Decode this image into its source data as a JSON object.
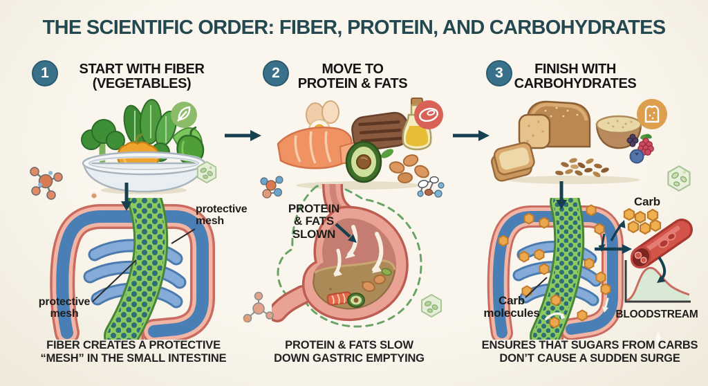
{
  "title": "THE SCIENTIFIC ORDER: FIBER, PROTEIN, AND CARBOHYDRATES",
  "steps": [
    {
      "number": "1",
      "title": "START WITH FIBER\n(VEGETABLES)",
      "caption": "FIBER CREATES A PROTECTIVE\n“MESH” IN THE SMALL INTESTINE",
      "labels": {
        "mesh_top": "protective\nmesh",
        "mesh_bottom": "protective\nmesh"
      }
    },
    {
      "number": "2",
      "title": "MOVE TO\nPROTEIN & FATS",
      "caption": "PROTEIN & FATS SLOW\nDOWN GASTRIC EMPTYING",
      "labels": {
        "slowed": "PROTEIN\n& FATS\nSLOWN"
      }
    },
    {
      "number": "3",
      "title": "FINISH WITH\nCARBOHYDRATES",
      "caption": "ENSURES THAT SUGARS FROM CARBS\nDON’T CAUSE A SUDDEN SURGE",
      "labels": {
        "carb": "Carb",
        "carb_molecules": "Carb\nmolecules",
        "bloodstream": "BLOODSTREAM"
      }
    }
  ],
  "icons": [
    "leaf-badge",
    "plant-cell-hex",
    "molecule",
    "steak-badge",
    "bread-badge"
  ],
  "colors": {
    "background": "#f6f1e7",
    "title_text": "#24484f",
    "step_circle": "#39718a",
    "body_text": "#1d1d1b",
    "arrow": "#16404f",
    "mesh_green": "#8cc95e",
    "mesh_dot": "#2e6e79",
    "intestine_outline": "#c96b5e",
    "intestine_pink": "#f2b4a4",
    "colon_blue": "#4a7fb5",
    "carb_orange": "#eca84f",
    "vessel_red": "#cc4840",
    "dashed_green": "#68a465"
  }
}
